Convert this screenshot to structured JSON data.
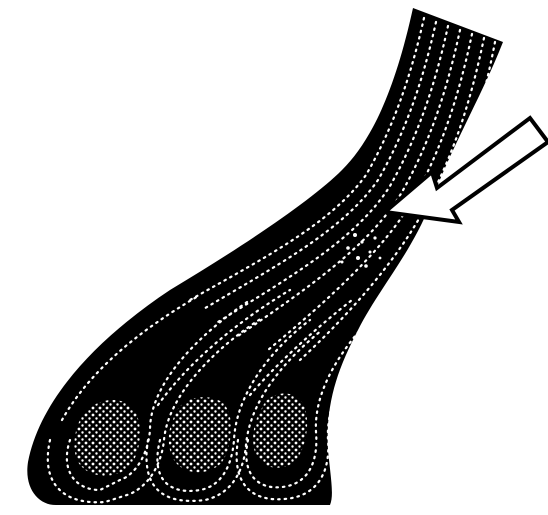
{
  "diagram": {
    "colors": {
      "background": "#ffffff",
      "fill": "#000000",
      "dots": "#ffffff",
      "arrow_fill": "#ffffff",
      "arrow_stroke": "#000000"
    },
    "icons": {
      "pointer": "arrow-icon"
    },
    "structure": {
      "type": "fascicle-branching illustration",
      "fascicle_count": 3,
      "arrow_count": 1
    }
  }
}
